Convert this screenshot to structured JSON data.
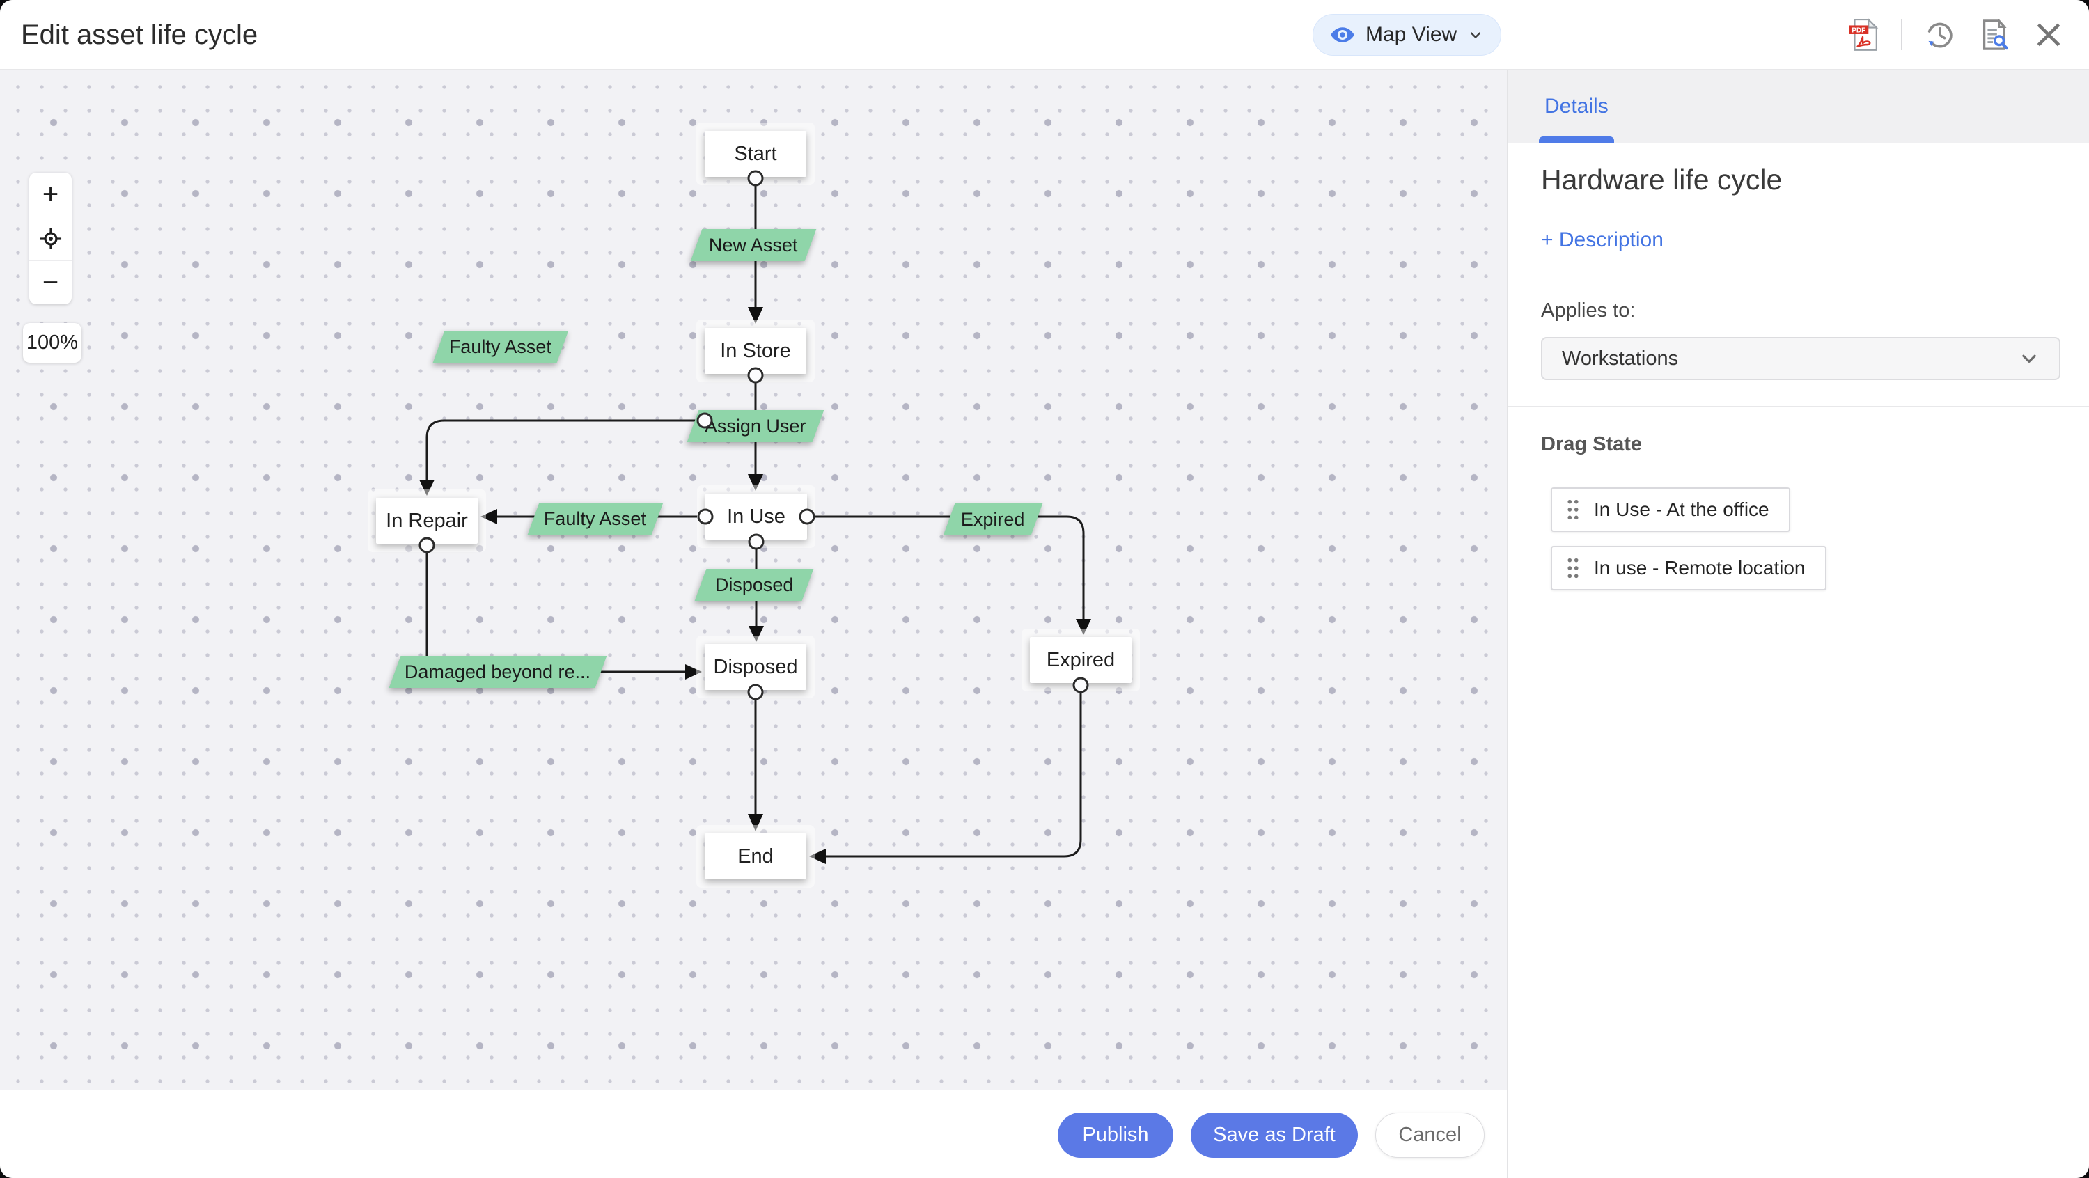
{
  "header": {
    "title": "Edit asset life cycle",
    "view_button_label": "Map View",
    "icons": [
      "pdf-export",
      "version-history",
      "audit-preview",
      "close"
    ]
  },
  "canvas": {
    "zoom_controls": {
      "zoom_in": "+",
      "zoom_out": "−"
    },
    "zoom_level": "100%",
    "nodes": [
      {
        "id": "start",
        "label": "Start"
      },
      {
        "id": "in-store",
        "label": "In Store"
      },
      {
        "id": "in-use",
        "label": "In Use"
      },
      {
        "id": "in-repair",
        "label": "In Repair"
      },
      {
        "id": "disposed",
        "label": "Disposed"
      },
      {
        "id": "expired",
        "label": "Expired"
      },
      {
        "id": "end",
        "label": "End"
      }
    ],
    "transitions": [
      {
        "label": "New Asset"
      },
      {
        "label": "Faulty Asset"
      },
      {
        "label": "Assign User"
      },
      {
        "label": "Faulty Asset"
      },
      {
        "label": "Expired"
      },
      {
        "label": "Disposed"
      },
      {
        "label": "Damaged beyond re..."
      }
    ]
  },
  "panel": {
    "tab": "Details",
    "title": "Hardware life cycle",
    "description_link": "+ Description",
    "applies_to_label": "Applies to:",
    "applies_to_value": "Workstations",
    "drag_state_heading": "Drag State",
    "drag_states": [
      {
        "label": "In Use - At the office"
      },
      {
        "label": "In use - Remote location"
      }
    ]
  },
  "footer": {
    "publish": "Publish",
    "save_draft": "Save as Draft",
    "cancel": "Cancel"
  },
  "colors": {
    "accent_blue": "#4374e3",
    "button_blue": "#5b79e6",
    "transition_green": "#8fd5a9",
    "view_pill_bg": "#e8f1fd"
  }
}
